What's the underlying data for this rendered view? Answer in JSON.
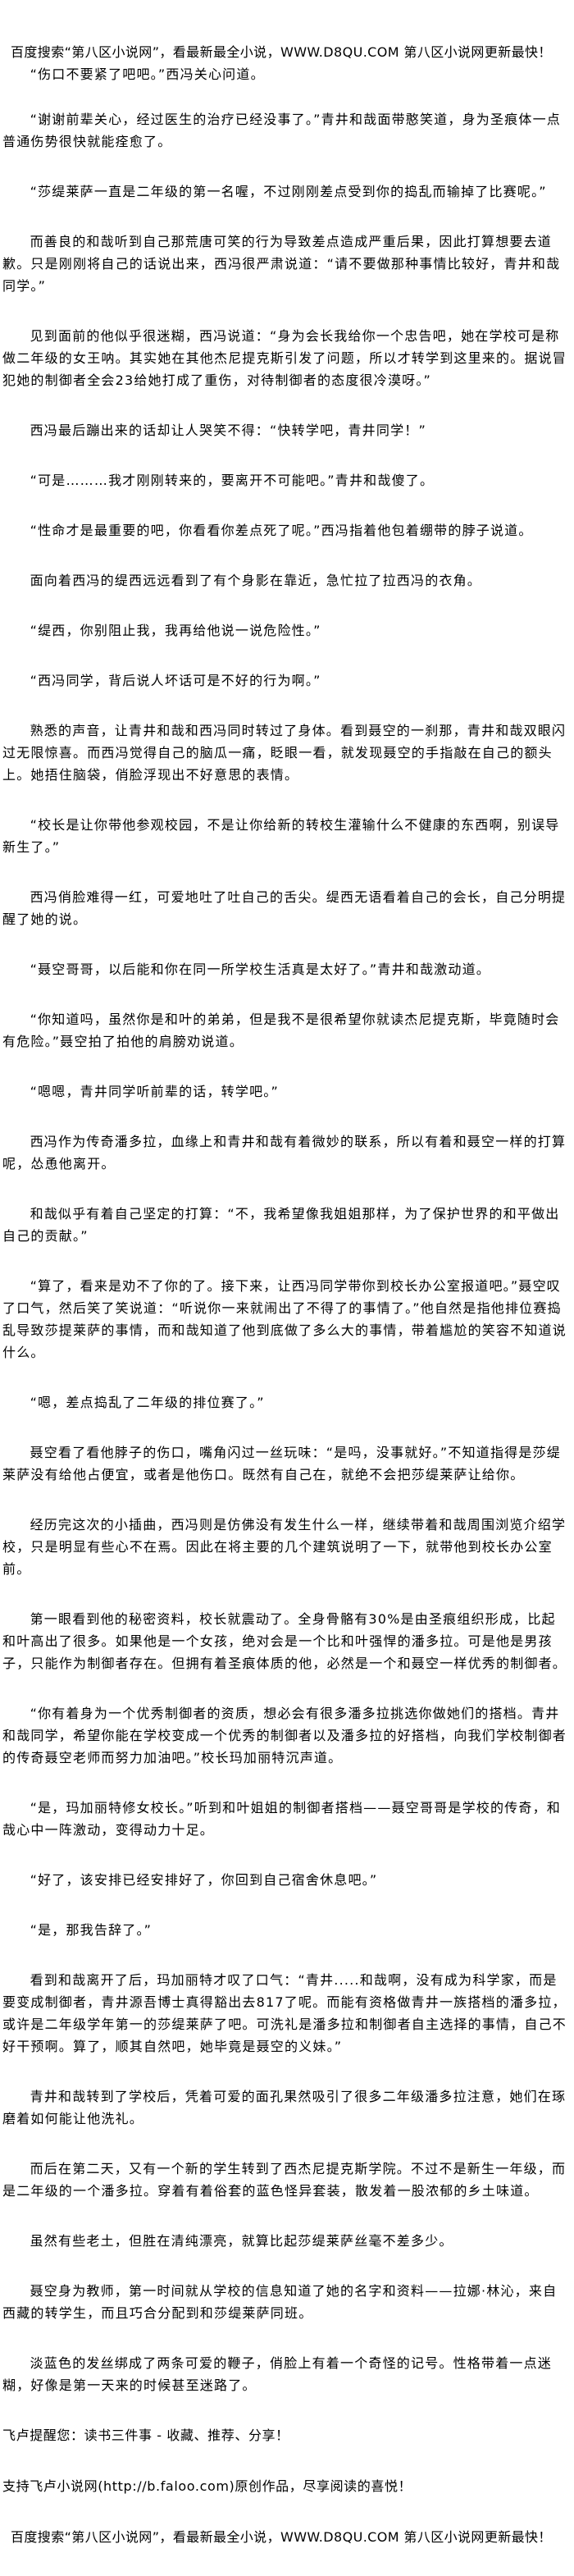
{
  "ad_banner": {
    "top": "百度搜索“第八区小说网”，看最新最全小说，WWW.D8QU.COM  第八区小说网更新最快！",
    "bottom": "百度搜索“第八区小说网”，看最新最全小说，WWW.D8QU.COM  第八区小说网更新最快！"
  },
  "paragraphs": [
    "“伤口不要紧了吧吧。”西冯关心问道。",
    "“谢谢前辈关心，经过医生的治疗已经没事了。”青井和哉面带憨笑道，身为圣痕体一点普通伤势很快就能痊愈了。",
    "“莎缇莱萨一直是二年级的第一名喔，不过刚刚差点受到你的捣乱而输掉了比赛呢。”",
    "而善良的和哉听到自己那荒唐可笑的行为导致差点造成严重后果，因此打算想要去道歉。只是刚刚将自己的话说出来，西冯很严肃说道：“请不要做那种事情比较好，青井和哉同学。”",
    "见到面前的他似乎很迷糊，西冯说道：“身为会长我给你一个忠告吧，她在学校可是称做二年级的女王呐。其实她在其他杰尼提克斯引发了问题，所以才转学到这里来的。据说冒犯她的制御者全会23给她打成了重伤，对待制御者的态度很冷漠呀。”",
    "西冯最后蹦出来的话却让人哭笑不得：“快转学吧，青井同学！”",
    "“可是………我才刚刚转来的，要离开不可能吧。”青井和哉傻了。",
    "“性命才是最重要的吧，你看看你差点死了呢。”西冯指着他包着绷带的脖子说道。",
    "面向着西冯的缇西远远看到了有个身影在靠近，急忙拉了拉西冯的衣角。",
    "“缇西，你别阻止我，我再给他说一说危险性。”",
    "“西冯同学，背后说人坏话可是不好的行为啊。”",
    "熟悉的声音，让青井和哉和西冯同时转过了身体。看到聂空的一刹那，青井和哉双眼闪过无限惊喜。而西冯觉得自己的脑瓜一痛，眨眼一看，就发现聂空的手指敲在自己的额头上。她捂住脑袋，俏脸浮现出不好意思的表情。",
    "“校长是让你带他参观校园，不是让你给新的转校生灌输什么不健康的东西啊，别误导新生了。”",
    "西冯俏脸难得一红，可爱地吐了吐自己的舌尖。缇西无语看着自己的会长，自己分明提醒了她的说。",
    "“聂空哥哥，以后能和你在同一所学校生活真是太好了。”青井和哉激动道。",
    "“你知道吗，虽然你是和叶的弟弟，但是我不是很希望你就读杰尼提克斯，毕竟随时会有危险。”聂空拍了拍他的肩膀劝说道。",
    "“嗯嗯，青井同学听前辈的话，转学吧。”",
    "西冯作为传奇潘多拉，血缘上和青井和哉有着微妙的联系，所以有着和聂空一样的打算呢，怂恿他离开。",
    "和哉似乎有着自己坚定的打算：“不，我希望像我姐姐那样，为了保护世界的和平做出自己的贡献。”",
    "“算了，看来是劝不了你的了。接下来，让西冯同学带你到校长办公室报道吧。”聂空叹了口气，然后笑了笑说道：“听说你一来就闹出了不得了的事情了。”他自然是指他排位赛捣乱导致莎提莱萨的事情，而和哉知道了他到底做了多么大的事情，带着尴尬的笑容不知道说什么。",
    "“嗯，差点捣乱了二年级的排位赛了。”",
    "聂空看了看他脖子的伤口，嘴角闪过一丝玩味：“是吗，没事就好。”不知道指得是莎缇莱萨没有给他占便宜，或者是他伤口。既然有自己在，就绝不会把莎缇莱萨让给你。",
    "经历完这次的小插曲，西冯则是仿佛没有发生什么一样，继续带着和哉周围浏览介绍学校，只是明显有些心不在焉。因此在将主要的几个建筑说明了一下，就带他到校长办公室前。",
    "第一眼看到他的秘密资料，校长就震动了。全身骨骼有30%是由圣痕组织形成，比起和叶高出了很多。如果他是一个女孩，绝对会是一个比和叶强悍的潘多拉。可是他是男孩子，只能作为制御者存在。但拥有着圣痕体质的他，必然是一个和聂空一样优秀的制御者。",
    "“你有着身为一个优秀制御者的资质，想必会有很多潘多拉挑选你做她们的搭档。青井和哉同学，希望你能在学校变成一个优秀的制御者以及潘多拉的好搭档，向我们学校制御者的传奇聂空老师而努力加油吧。”校长玛加丽特沉声道。",
    "“是，玛加丽特修女校长。”听到和叶姐姐的制御者搭档——聂空哥哥是学校的传奇，和哉心中一阵激动，变得动力十足。",
    "“好了，该安排已经安排好了，你回到自己宿舍休息吧。”",
    "“是，那我告辞了。”",
    "看到和哉离开了后，玛加丽特才叹了口气：“青井.....和哉啊，没有成为科学家，而是要变成制御者，青井源吾博士真得豁出去817了呢。而能有资格做青井一族搭档的潘多拉，或许是二年级学年第一的莎缇莱萨了吧。可洗礼是潘多拉和制御者自主选择的事情，自己不好干预啊。算了，顺其自然吧，她毕竟是聂空的义妹。”",
    "青井和哉转到了学校后，凭着可爱的面孔果然吸引了很多二年级潘多拉注意，她们在琢磨着如何能让他洗礼。",
    "而后在第二天，又有一个新的学生转到了西杰尼提克斯学院。不过不是新生一年级，而是二年级的一个潘多拉。穿着有着俗套的蓝色怪异套装，散发着一股浓郁的乡土味道。",
    "虽然有些老土，但胜在清纯漂亮，就算比起莎缇莱萨丝毫不差多少。",
    "聂空身为教师，第一时间就从学校的信息知道了她的名字和资料——拉娜·林沁，来自西藏的转学生，而且巧合分配到和莎缇莱萨同班。",
    "淡蓝色的发丝绑成了两条可爱的鞭子，俏脸上有着一个奇怪的记号。性格带着一点迷糊，好像是第一天来的时候甚至迷路了。"
  ],
  "footer": {
    "reminder": "飞卢提醒您：读书三件事 - 收藏、推荐、分享！",
    "support": "支持飞卢小说网(http://b.faloo.com)原创作品，尽享阅读的喜悦！"
  }
}
